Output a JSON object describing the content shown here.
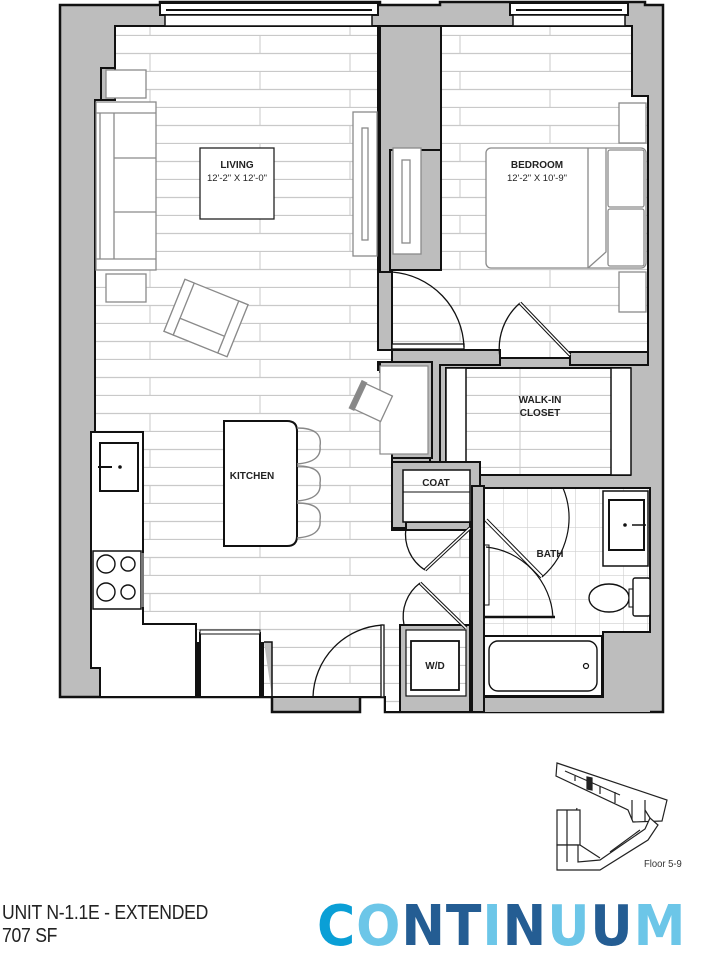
{
  "rooms": {
    "living": {
      "label": "LIVING",
      "dimensions": "12'-2\" X 12'-0\""
    },
    "bedroom": {
      "label": "BEDROOM",
      "dimensions": "12'-2\" X 10'-9\""
    },
    "walk_in_closet": {
      "label_line1": "WALK-IN",
      "label_line2": "CLOSET"
    },
    "kitchen": {
      "label": "KITCHEN"
    },
    "coat": {
      "label": "COAT"
    },
    "bath": {
      "label": "BATH"
    },
    "wd": {
      "label": "W/D"
    }
  },
  "key_plan": {
    "caption": "Floor 5-9"
  },
  "unit": {
    "name": "UNIT N-1.1E - EXTENDED",
    "area": "707 SF"
  },
  "logo": {
    "letters": [
      {
        "char": "C",
        "color": "#0a9fd6"
      },
      {
        "char": "O",
        "color": "#6cc6e8"
      },
      {
        "char": "N",
        "color": "#245d93"
      },
      {
        "char": "T",
        "color": "#245d93"
      },
      {
        "char": "I",
        "color": "#6cc6e8"
      },
      {
        "char": "N",
        "color": "#245d93"
      },
      {
        "char": "U",
        "color": "#6cc6e8"
      },
      {
        "char": "U",
        "color": "#245d93"
      },
      {
        "char": "M",
        "color": "#6cc6e8"
      }
    ]
  },
  "colors": {
    "wall_fill": "#bdbdbd",
    "wall_stroke": "#111111",
    "floor_lines": "#c8c8c8",
    "furniture": "#8a8a8a"
  }
}
